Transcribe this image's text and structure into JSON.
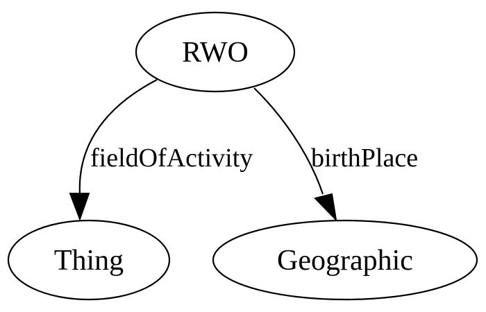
{
  "diagram": {
    "nodes": {
      "rwo": {
        "label": "RWO"
      },
      "thing": {
        "label": "Thing"
      },
      "geographic": {
        "label": "Geographic"
      }
    },
    "edges": {
      "field_of_activity": {
        "label": "fieldOfActivity",
        "from": "RWO",
        "to": "Thing"
      },
      "birth_place": {
        "label": "birthPlace",
        "from": "RWO",
        "to": "Geographic"
      }
    },
    "colors": {
      "stroke": "#000000",
      "background": "#ffffff",
      "text": "#000000"
    }
  }
}
